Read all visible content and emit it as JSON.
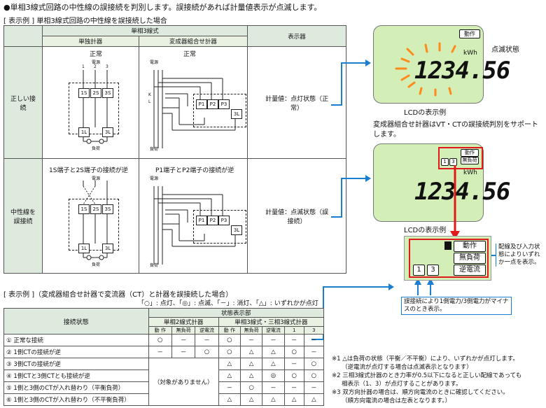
{
  "header": {
    "title": "●単相3線式回路の中性線の誤接続を判別します。誤接続があれば計量値表示が点滅します。",
    "example_label": "[ 表示例 ] 単相3線式回路の中性線を誤接続した場合"
  },
  "table1": {
    "col_group": "単相3線式",
    "col_single": "単独計器",
    "col_vt": "変成器組合せ計器",
    "col_display": "表示器",
    "rows": [
      {
        "label": "正しい接続",
        "single_caption": "正常",
        "vt_caption": "正常",
        "display": "計量値：点灯状態（正常）"
      },
      {
        "label": "中性線を誤接続",
        "single_caption": "1S端子と2S端子の接続が逆",
        "vt_caption": "P1端子とP2端子の接続が逆",
        "display": "計量値：点滅状態（誤接続）"
      }
    ],
    "diagram_labels": {
      "power": "電源",
      "load": "負荷",
      "t1s": "1S",
      "t2s": "2S",
      "t3s": "3S",
      "t1l": "1L",
      "t3l": "3L",
      "p1": "P1",
      "p2": "P2",
      "p3": "P3",
      "k": "K",
      "l": "L",
      "n1": "1",
      "n2": "2",
      "n3": "3"
    }
  },
  "lcd1": {
    "digits": "1234.56",
    "unit": "kWh",
    "indicator": "動作",
    "state_label": "点滅状態",
    "caption": "LCDの表示例"
  },
  "vt_note": "変成器組合せ計器はVT・CTの誤接続判別をサポートします。",
  "lcd2": {
    "digits": "1234.56",
    "unit": "kWh",
    "indicators": [
      "動作",
      "無負荷",
      "逆電流"
    ],
    "num1": "1",
    "num3": "3",
    "caption": "LCDの表示例"
  },
  "zoom": {
    "indicators": [
      "動作",
      "無負荷",
      "逆電流"
    ],
    "num1": "1",
    "num3": "3",
    "side_note": "配線及び入力状態によりいずれか一点を表示。",
    "bottom_note": "誤接続により1側電力/3側電力がマイナスのとき表示。"
  },
  "example2": {
    "label": "[ 表示例 ]（変成器組合せ計器で変流器（CT）と計器を誤接続した場合）",
    "legend": "「○」: 点灯、「◎」: 点滅、「－」: 消灯、「△」: いずれかが点灯"
  },
  "table2": {
    "h_state": "接続状態",
    "h_display": "状態表示部",
    "h_single2": "単相2線式計器",
    "h_three": "単相3線式・三相3線式計器",
    "sub": [
      "動 作",
      "無負荷",
      "逆電流",
      "動 作",
      "無負荷",
      "逆電流",
      "1",
      "3"
    ],
    "rows": [
      {
        "label": "① 正常な接続",
        "cells": [
          "○",
          "－",
          "－",
          "○",
          "－",
          "－",
          "－",
          "－"
        ]
      },
      {
        "label": "② 1側CTの接続が逆",
        "cells": [
          "－",
          "－",
          "○",
          "○",
          "△",
          "△",
          "○",
          "－"
        ]
      },
      {
        "label": "③ 3側CTの接続が逆",
        "cells": [
          "",
          "",
          "",
          "△",
          "△",
          "△",
          "－",
          "○"
        ]
      },
      {
        "label": "④ 1側CTと3側CTとも接続が逆",
        "cells": [
          "",
          "",
          "",
          "△",
          "△",
          "◎",
          "○",
          "○"
        ]
      },
      {
        "label": "⑤ 1側と3側のCTが入れ替わり（平衡負荷）",
        "cells": [
          "",
          "",
          "",
          "－",
          "○",
          "－",
          "－",
          "－"
        ]
      },
      {
        "label": "⑥ 1側と3側のCTが入れ替わり（不平衡負荷）",
        "cells": [
          "",
          "",
          "",
          "△",
          "△",
          "△",
          "△",
          "△"
        ]
      }
    ],
    "na_text": "（対象がありません）"
  },
  "notes": [
    "※1 △は負荷の状態（平衡／不平衡）により、いずれかが点灯します。",
    "（逆電流が点灯する場合は点滅表示となります）",
    "※2 三相3線式計器のとき力率が0.5以下になると正しい配線であっても",
    "相表示（1、3）が点灯することがあります。",
    "※3 双方向計器の場合は、順方向電流のときに確認してください。",
    "（順方向電流の場合は左表となります。）"
  ],
  "colors": {
    "header_green": "#dfeadf",
    "lcd_green": "#d3eeb7",
    "accent_blue": "#1a7fd0",
    "alert_red": "#e01a1a"
  }
}
